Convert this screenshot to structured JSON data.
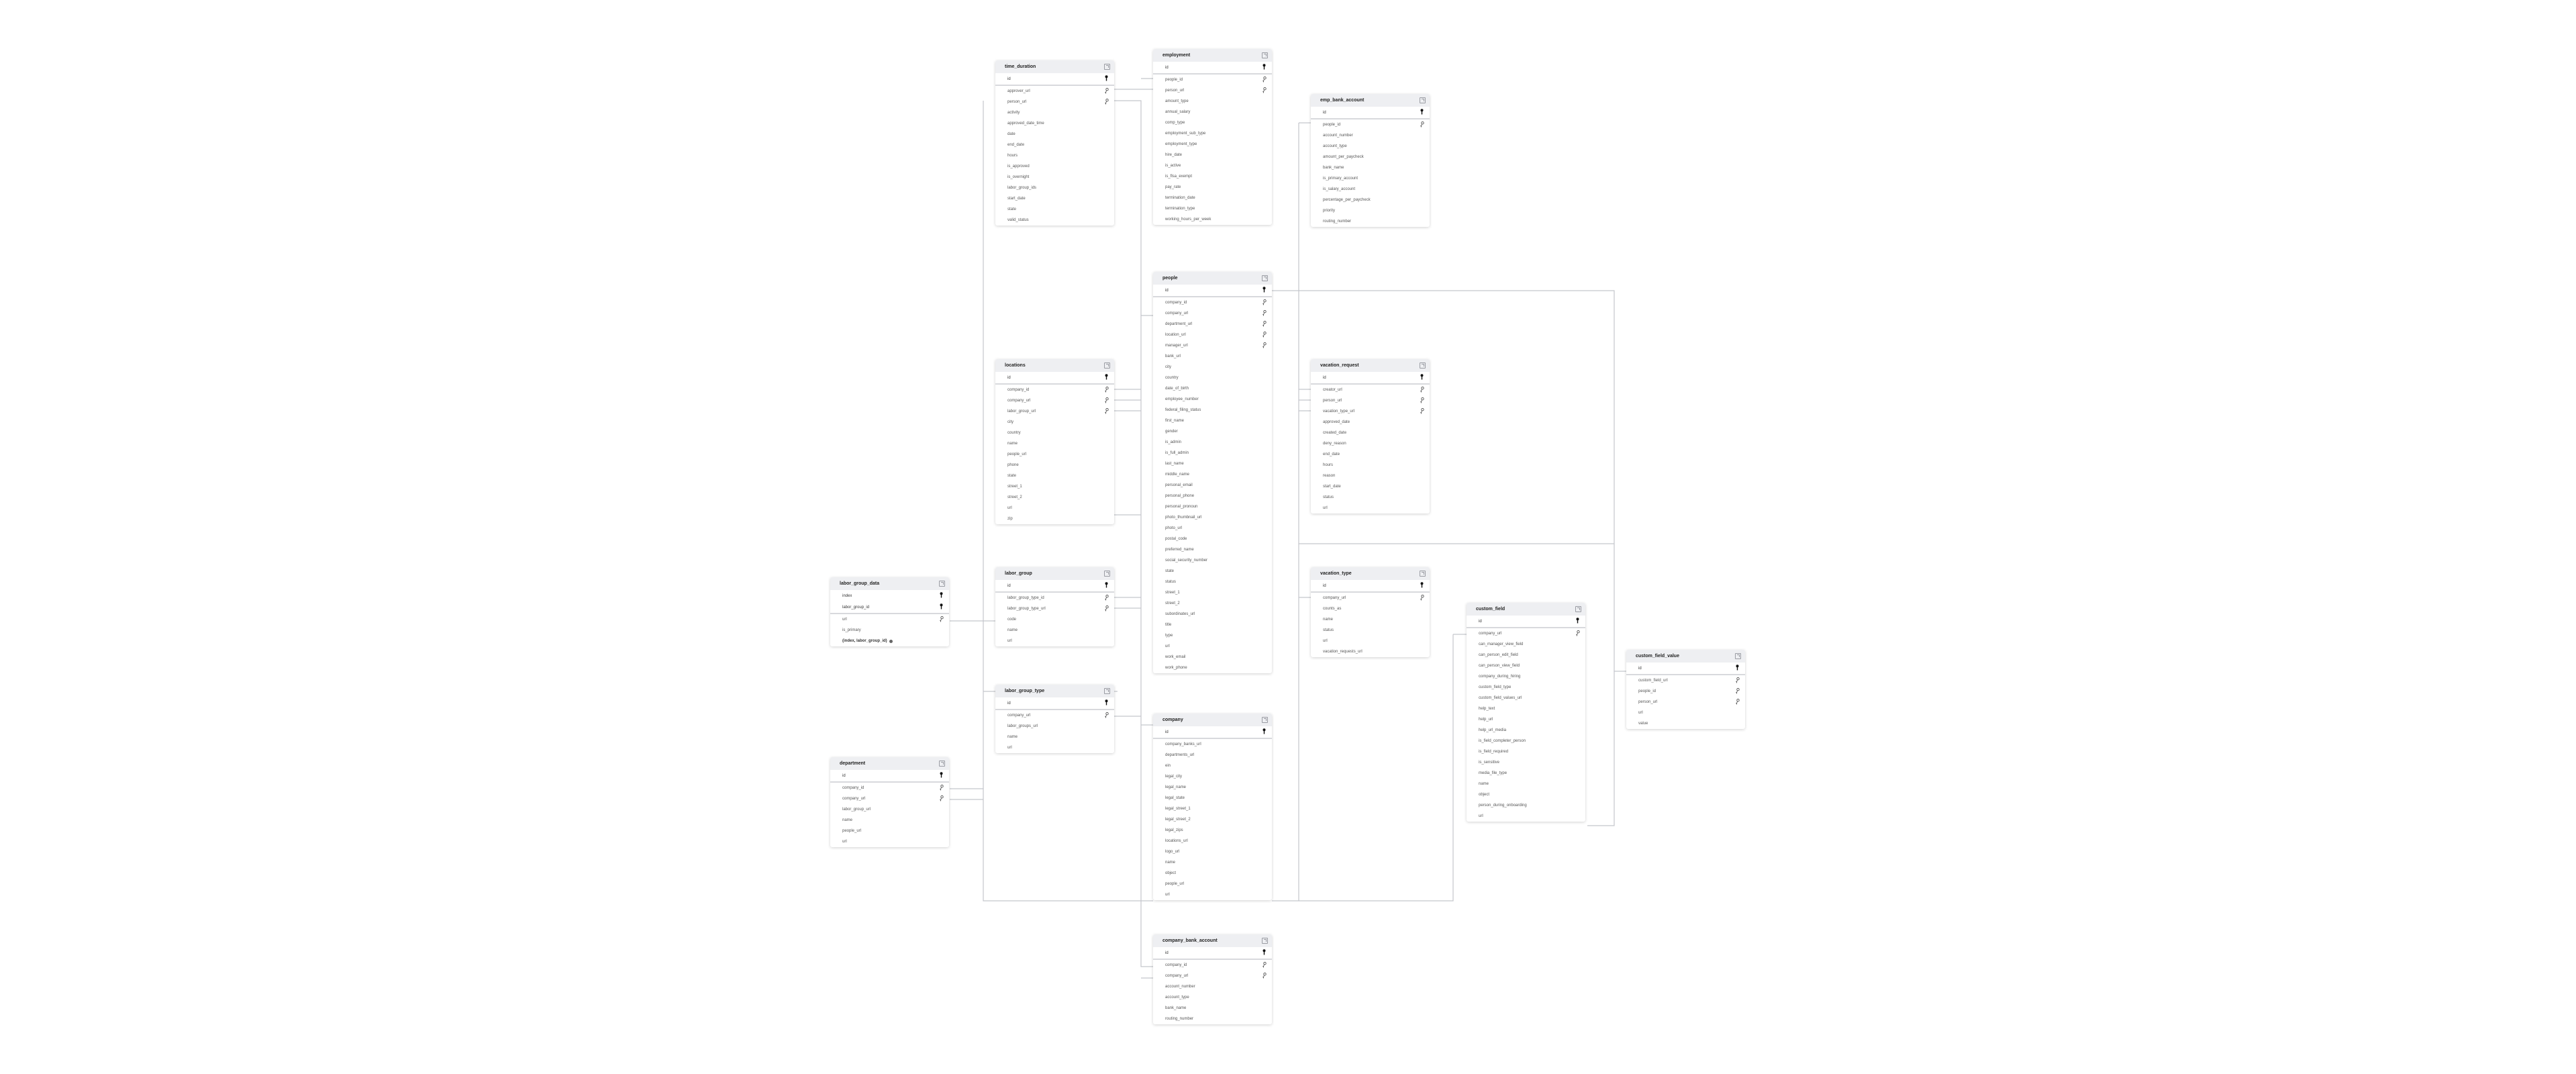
{
  "diagram": {
    "colors": {
      "header_bg": "#eeeff2",
      "line": "#c4c6cc",
      "text": "#555555"
    },
    "tables": [
      {
        "name": "time_duration",
        "pk": [
          "id"
        ],
        "fk": [
          "approver_url",
          "person_url"
        ],
        "fields": [
          "activity",
          "approved_date_time",
          "date",
          "end_date",
          "hours",
          "is_approved",
          "is_overnight",
          "labor_group_ids",
          "start_date",
          "state",
          "valid_status"
        ]
      },
      {
        "name": "employment",
        "pk": [
          "id"
        ],
        "fk": [
          "people_id",
          "person_url"
        ],
        "fields": [
          "amount_type",
          "annual_salary",
          "comp_type",
          "employment_sub_type",
          "employment_type",
          "hire_date",
          "is_active",
          "is_flsa_exempt",
          "pay_rate",
          "termination_date",
          "termination_type",
          "working_hours_per_week"
        ]
      },
      {
        "name": "emp_bank_account",
        "pk": [
          "id"
        ],
        "fk": [
          "people_id"
        ],
        "fields": [
          "account_number",
          "account_type",
          "amount_per_paycheck",
          "bank_name",
          "is_primary_account",
          "is_salary_account",
          "percentage_per_paycheck",
          "priority",
          "routing_number"
        ]
      },
      {
        "name": "people",
        "pk": [
          "id"
        ],
        "fk": [
          "company_id",
          "company_url",
          "department_url",
          "location_url",
          "manager_url"
        ],
        "fields": [
          "bank_url",
          "city",
          "country",
          "date_of_birth",
          "employee_number",
          "federal_filing_status",
          "first_name",
          "gender",
          "is_admin",
          "is_full_admin",
          "last_name",
          "middle_name",
          "personal_email",
          "personal_phone",
          "personal_pronoun",
          "photo_thumbnail_url",
          "photo_url",
          "postal_code",
          "preferred_name",
          "social_security_number",
          "state",
          "status",
          "street_1",
          "street_2",
          "subordinates_url",
          "title",
          "type",
          "url",
          "work_email",
          "work_phone"
        ]
      },
      {
        "name": "locations",
        "pk": [
          "id"
        ],
        "fk": [
          "company_id",
          "company_url",
          "labor_group_url"
        ],
        "fields": [
          "city",
          "country",
          "name",
          "people_url",
          "phone",
          "state",
          "street_1",
          "street_2",
          "url",
          "zip"
        ]
      },
      {
        "name": "vacation_request",
        "pk": [
          "id"
        ],
        "fk": [
          "creator_url",
          "person_url",
          "vacation_type_url"
        ],
        "fields": [
          "approved_date",
          "created_date",
          "deny_reason",
          "end_date",
          "hours",
          "reason",
          "start_date",
          "status",
          "url"
        ]
      },
      {
        "name": "labor_group_data",
        "pk": [
          "index",
          "labor_group_id"
        ],
        "fk": [
          "url"
        ],
        "fields": [
          "is_primary"
        ],
        "footer": "(index, labor_group_id)"
      },
      {
        "name": "labor_group",
        "pk": [
          "id"
        ],
        "fk": [
          "labor_group_type_id",
          "labor_group_type_url"
        ],
        "fields": [
          "code",
          "name",
          "url"
        ]
      },
      {
        "name": "labor_group_type",
        "pk": [
          "id"
        ],
        "fk": [
          "company_url"
        ],
        "fields": [
          "labor_groups_url",
          "name",
          "url"
        ]
      },
      {
        "name": "vacation_type",
        "pk": [
          "id"
        ],
        "fk": [
          "company_url"
        ],
        "fields": [
          "counts_as",
          "name",
          "status",
          "url",
          "vacation_requests_url"
        ]
      },
      {
        "name": "custom_field",
        "pk": [
          "id"
        ],
        "fk": [
          "company_url"
        ],
        "fields": [
          "can_manager_view_field",
          "can_person_edit_field",
          "can_person_view_field",
          "company_during_hiring",
          "custom_field_type",
          "custom_field_values_url",
          "help_text",
          "help_url",
          "help_url_media",
          "is_field_completer_person",
          "is_field_required",
          "is_sensitive",
          "media_file_type",
          "name",
          "object",
          "person_during_onboarding",
          "url"
        ]
      },
      {
        "name": "custom_field_value",
        "pk": [
          "id"
        ],
        "fk": [
          "custom_field_url",
          "people_id",
          "person_url"
        ],
        "fields": [
          "url",
          "value"
        ]
      },
      {
        "name": "department",
        "pk": [
          "id"
        ],
        "fk": [
          "company_id",
          "company_url"
        ],
        "fields": [
          "labor_group_url",
          "name",
          "people_url",
          "url"
        ]
      },
      {
        "name": "company",
        "pk": [
          "id"
        ],
        "fk": [],
        "fields": [
          "company_banks_url",
          "departments_url",
          "ein",
          "legal_city",
          "legal_name",
          "legal_state",
          "legal_street_1",
          "legal_street_2",
          "legal_zips",
          "locations_url",
          "logo_url",
          "name",
          "object",
          "people_url",
          "url"
        ]
      },
      {
        "name": "company_bank_account",
        "pk": [
          "id"
        ],
        "fk": [
          "company_id",
          "company_url"
        ],
        "fields": [
          "account_number",
          "account_type",
          "bank_name",
          "routing_number"
        ]
      }
    ]
  }
}
